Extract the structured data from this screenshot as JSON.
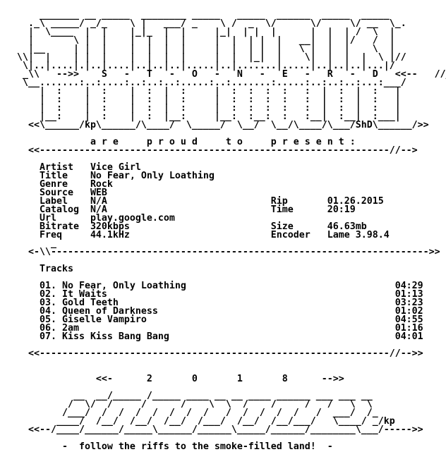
{
  "nfo": {
    "lines": [
      "",
      "    _______ __ _____  ________ _____   _____  ______  _____  _____ ",
      "  ._\\ _____/ _/_    \\ |   ___/ _    \\ /  _  \\/      \\/     \\/ __  \\_.",
      "  |  \\____  |  |    |_|_  |  |     |_|  | |  |      |  |  | /  \\  |",
      "  |       \\ |  |    |  |  |  |     |  |  | |  |   __|  |  |/   /  |",
      "  |__     | |  |    |  |  |  |     |  |  | |  |   \\ |  |  |    \\  |",
      "\\\\|  |    | |  |    |  |  |  |     |  |  |_|  |    \\|  |  |  |  \\ |//",
      " \\|..|....|.|..|....|..|..|..|.....|..|.......|.....|..|..|..|...|/",
      " _\\\\   -->>    S   -   T   -   O   -   N   -   E   -   R   -   D   <<--   //_",
      " \\__.......:..:....:..:..:..:.....:..:.......:.....:..:..:..:...:___/",
      "    |  :    |  :    |  :  |  :     |  :  :  :  :   :  |  :  |  :   |",
      "    |  :    |  :    |  :  |  :     |  :  :  :  :   :  |  :  |  :   |",
      "    |  :    |  :    |  :  |  :     |  :  :  :  :   :  |  :  |  :   |",
      "    |__:    |  :    |  :  |__:     |__:  :__:  :   :__|  :__|  :___|",
      "  <<\\______/kp\\______/\\____/  \\_____/  \\__/  \\__/\\____/\\___/ShD\\______/>>",
      "",
      "             a r e     p r o u d     t o     p r e s e n t :",
      "  <<--------------------------------------------------------------//-->",
      "",
      "    Artist   Vice Girl",
      "    Title    No Fear, Only Loathing",
      "    Genre    Rock",
      "    Source   WEB",
      "    Label    N/A                             Rip       01.26.2015",
      "    Catalog  N/A                             Time      20:19",
      "    Url      play.google.com",
      "    Bitrate  320kbps                         Size      46.63mb",
      "    Freq     44.1kHz                         Encoder   Lame 3.98.4",
      "      _",
      "  <-\\\\------------------------------------------------------------------->>",
      "",
      "    Tracks",
      "",
      "    01. No Fear, Only Loathing                                     04:29",
      "    02. It Waits                                                   01:13",
      "    03. Gold Teeth                                                 03:23",
      "    04. Queen of Darkness                                          01:02",
      "    05. Giselle Vampiro                                            04:55",
      "    06. 2am                                                        01:16",
      "    07. Kiss Kiss Bang Bang                                        04:01",
      "",
      "  <<--------------------------------------------------------------//-->>",
      "",
      "",
      "              <<-      2       0       1       8      -->>",
      "",
      "          __  __/_____ /_____ ____ __ __ ____ ______ ___ ___ __",
      "         /  \\/  /     /      /    \\  \\  /    /     /   /   \\  \\",
      "        /___/  /  /  /  /  /  /  /   /  /  /  /  /   /  ___/  /_",
      "       ____/  /__/  /__/  /__/  /___/  /__/  /__/___/   \\____/ _/kp",
      "  <<--/____/______/_____\\______/______\\_____/______/________\\___/----->>",
      "",
      "        -  follow the riffs to the smoke-filled land!  -"
    ]
  }
}
